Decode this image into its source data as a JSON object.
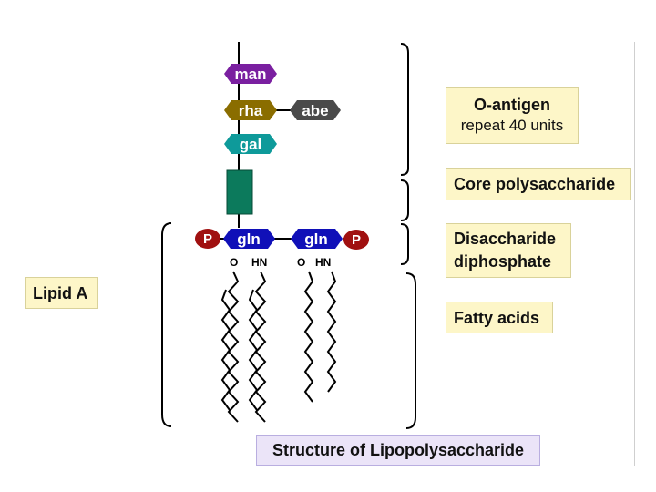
{
  "diagram": {
    "sugars": {
      "man": "man",
      "rha": "rha",
      "abe": "abe",
      "gal": "gal",
      "gln_left": "gln",
      "gln_right": "gln"
    },
    "phosphate_label": "P",
    "atoms": {
      "left_o": "O",
      "left_hn": "HN",
      "right_o": "O",
      "right_hn": "HN"
    },
    "colors": {
      "man": "#7a1fa0",
      "rha": "#8a6d00",
      "abe": "#4a4a4a",
      "gal": "#0e9a9a",
      "core": "#0c7a5c",
      "gln": "#1010b8",
      "phosphate": "#a01010",
      "label_bg": "#fdf6c8"
    }
  },
  "labels": {
    "o_antigen_title": "O-antigen",
    "o_antigen_sub": "repeat 40 units",
    "core": "Core polysaccharide",
    "disaccharide_line1": "Disaccharide",
    "disaccharide_line2": "diphosphate",
    "fatty_acids": "Fatty acids",
    "lipid_a": "Lipid A",
    "caption": "Structure of Lipopolysaccharide"
  }
}
